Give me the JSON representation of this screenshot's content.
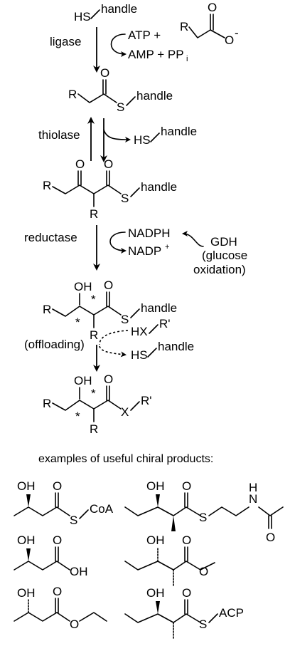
{
  "labels": {
    "handle": "handle",
    "hs": "HS",
    "ligase": "ligase",
    "atp_plus": "ATP +",
    "amp_ppi": "AMP + PP",
    "ppi_sub": "i",
    "r": "R",
    "o": "O",
    "o_minus": "O",
    "minus": "-",
    "s": "S",
    "thiolase": "thiolase",
    "reductase": "reductase",
    "nadph": "NADPH",
    "nadp": "NADP",
    "nadp_sup": "+",
    "gdh": "GDH",
    "glucose1": "(glucose",
    "glucose2": "oxidation)",
    "oh": "OH",
    "star": "*",
    "hx": "HX",
    "rprime": "R'",
    "x": "X",
    "offloading": "(offloading)",
    "examples_title": "examples of useful chiral products:",
    "coa": "CoA",
    "oh_acid": "OH",
    "acp": "ACP",
    "n": "N",
    "h": "H"
  }
}
